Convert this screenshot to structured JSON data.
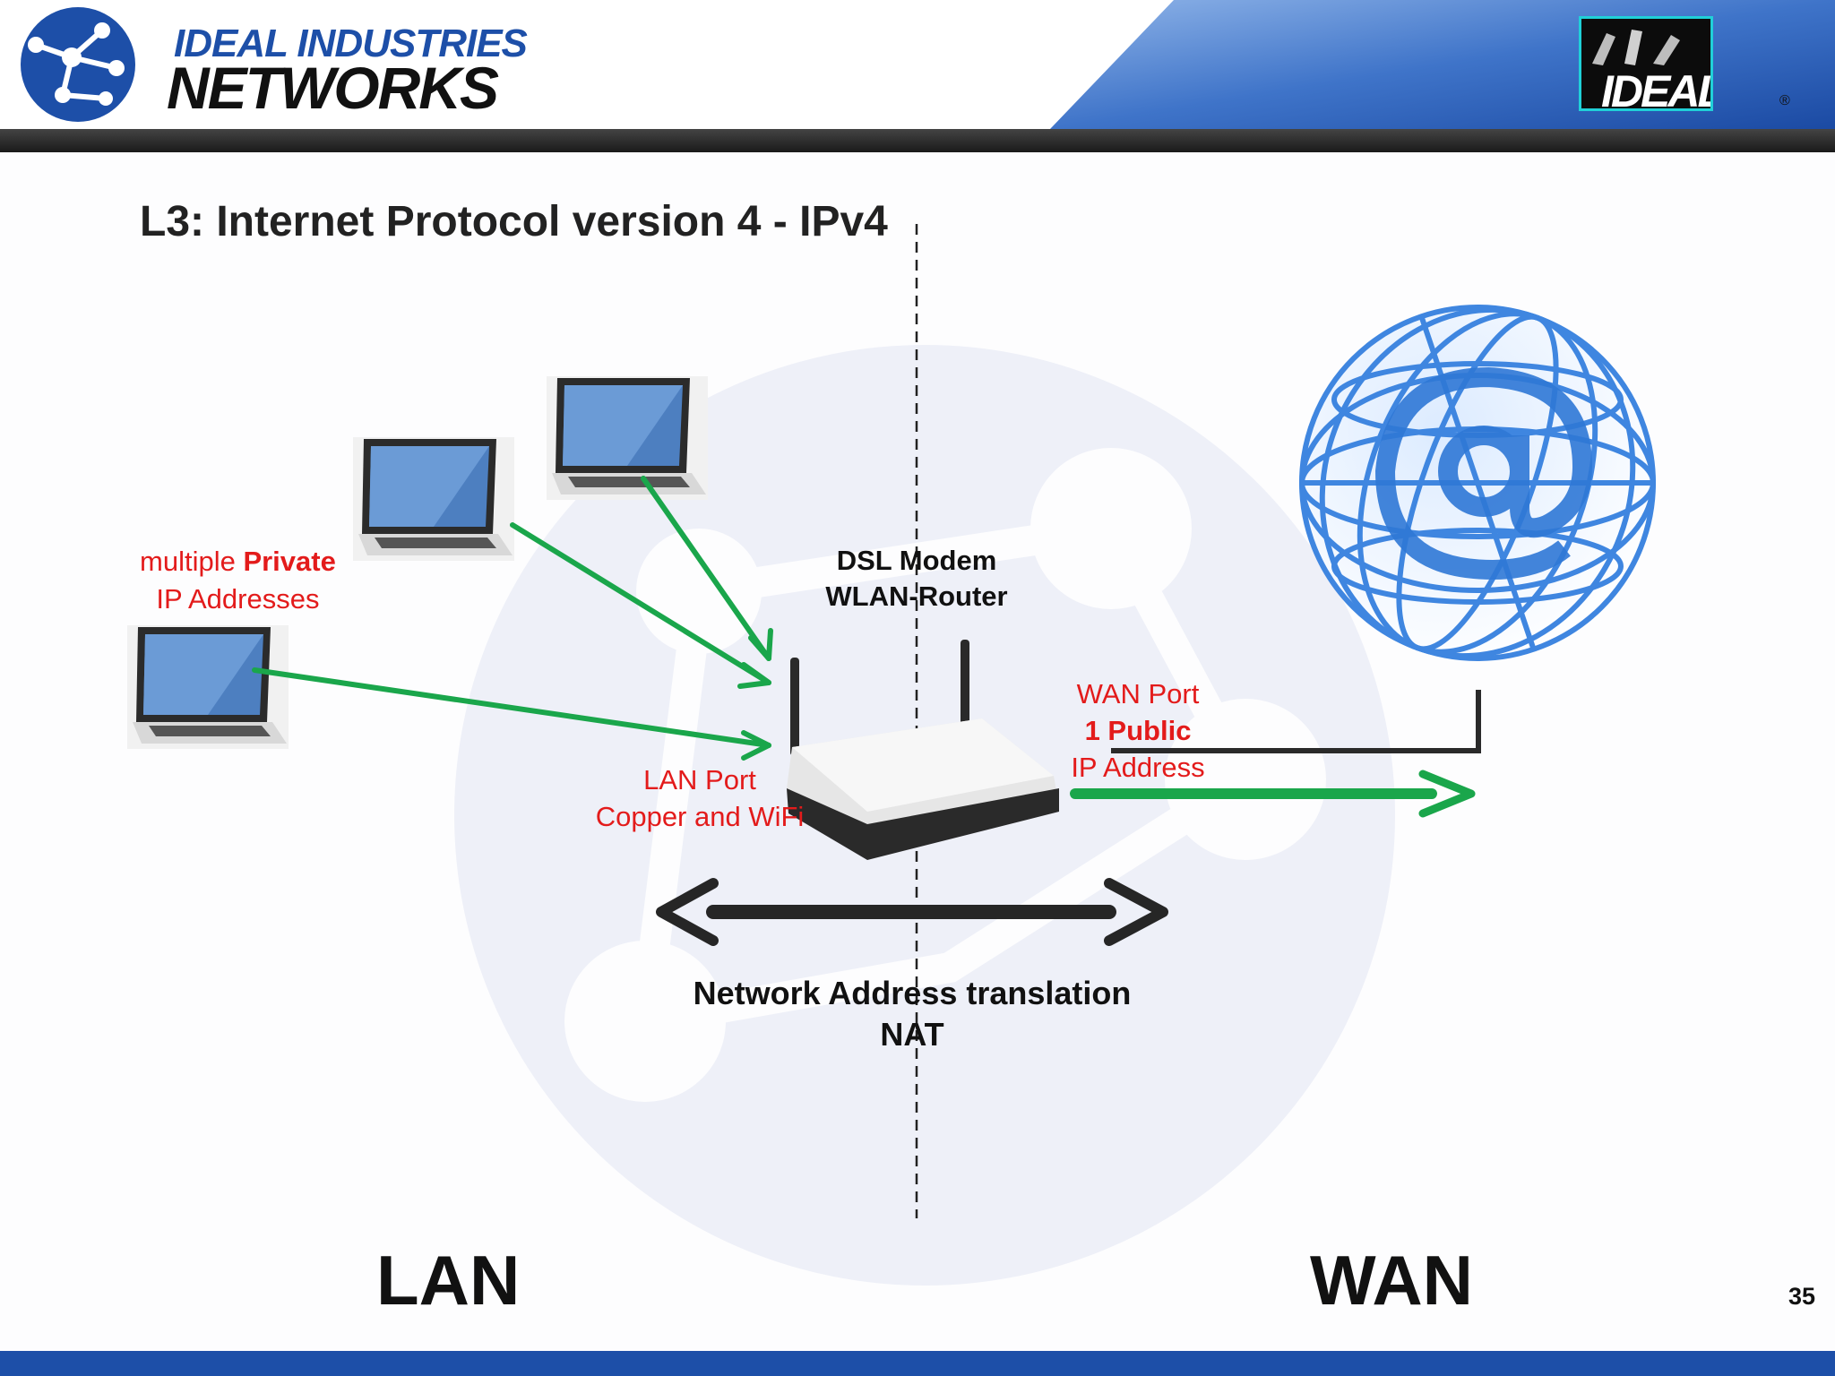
{
  "header": {
    "company_line1": "IDEAL INDUSTRIES",
    "company_line2": "NETWORKS",
    "brand_logo_text": "IDEAL",
    "registered_mark": "®",
    "colors": {
      "brand_blue": "#1d4fa8",
      "header_blue_light": "#5c8fd6",
      "header_dark_bar": "#2e2e2e"
    }
  },
  "slide": {
    "title": "L3: Internet Protocol version 4 - IPv4",
    "page_number": "35"
  },
  "labels": {
    "private_prefix": "multiple ",
    "private_bold": "Private",
    "private_line2": "IP Addresses",
    "device_line1": "DSL Modem",
    "device_line2": "WLAN-Router",
    "wan_port": "WAN Port",
    "wan_public": "1 Public",
    "wan_ip": "IP Address",
    "lan_port": "LAN Port",
    "lan_media": "Copper and WiFi",
    "nat_line1": "Network Address translation",
    "nat_line2": "NAT",
    "lan_zone": "LAN",
    "wan_zone": "WAN"
  },
  "icons": {
    "laptops": [
      "laptop-icon",
      "laptop-icon",
      "laptop-icon"
    ],
    "router": "router-icon",
    "globe": "internet-globe-icon"
  },
  "colors": {
    "arrow_green": "#1aa64b",
    "label_red": "#e31b1b",
    "text_dark": "#111111"
  }
}
